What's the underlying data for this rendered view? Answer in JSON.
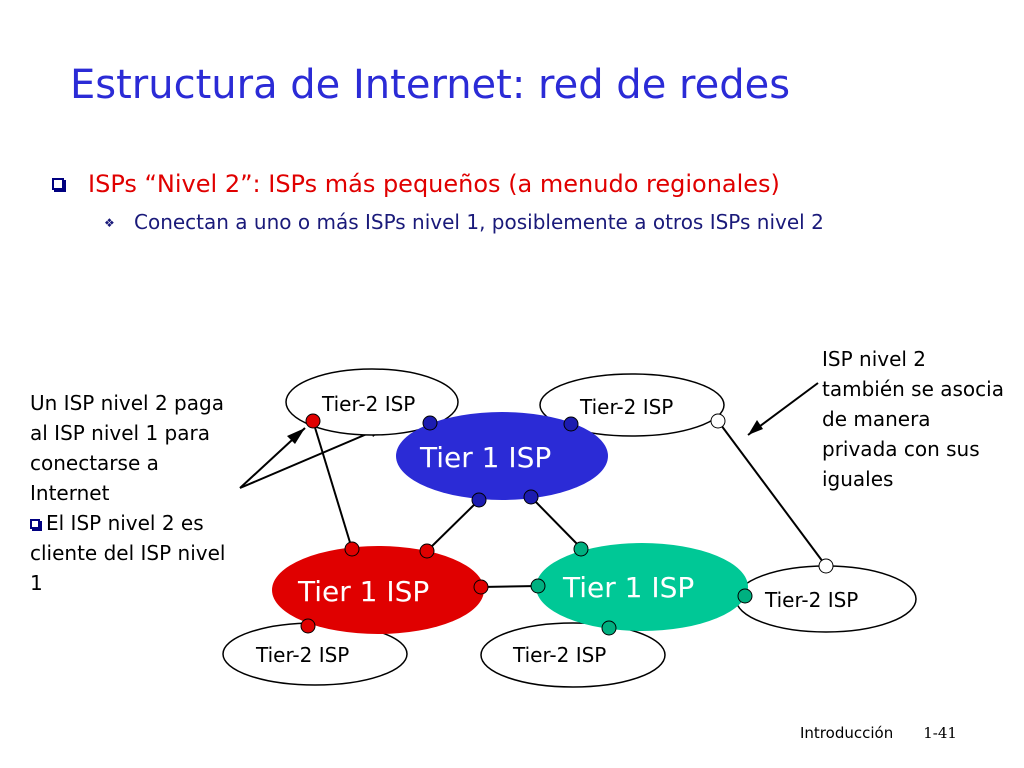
{
  "slide": {
    "title": "Estructura de Internet: red de redes",
    "bullet_main": "ISPs “Nivel 2”: ISPs más pequeños (a menudo regionales)",
    "bullet_sub": "Conectan a uno o más ISPs nivel 1, posiblemente a otros ISPs nivel 2",
    "note_left_line1": "Un ISP nivel 2 paga al ISP nivel 1 para conectarse a Internet",
    "note_left_line2": "El ISP nivel 2 es cliente del ISP nivel 1",
    "note_right": "ISP nivel 2 también se asocia de manera privada con sus iguales",
    "footer_text": "Introducción",
    "page_number": "1-41"
  },
  "diagram": {
    "tier1_label": "Tier 1 ISP",
    "tier2_label": "Tier-2 ISP",
    "colors": {
      "tier1_blue": "#2b2bd6",
      "tier1_red": "#e00000",
      "tier1_green": "#00c896",
      "dot_blue": "#1c1cb0",
      "dot_red": "#e00000",
      "dot_green": "#00b080",
      "dot_white": "#ffffff"
    }
  }
}
